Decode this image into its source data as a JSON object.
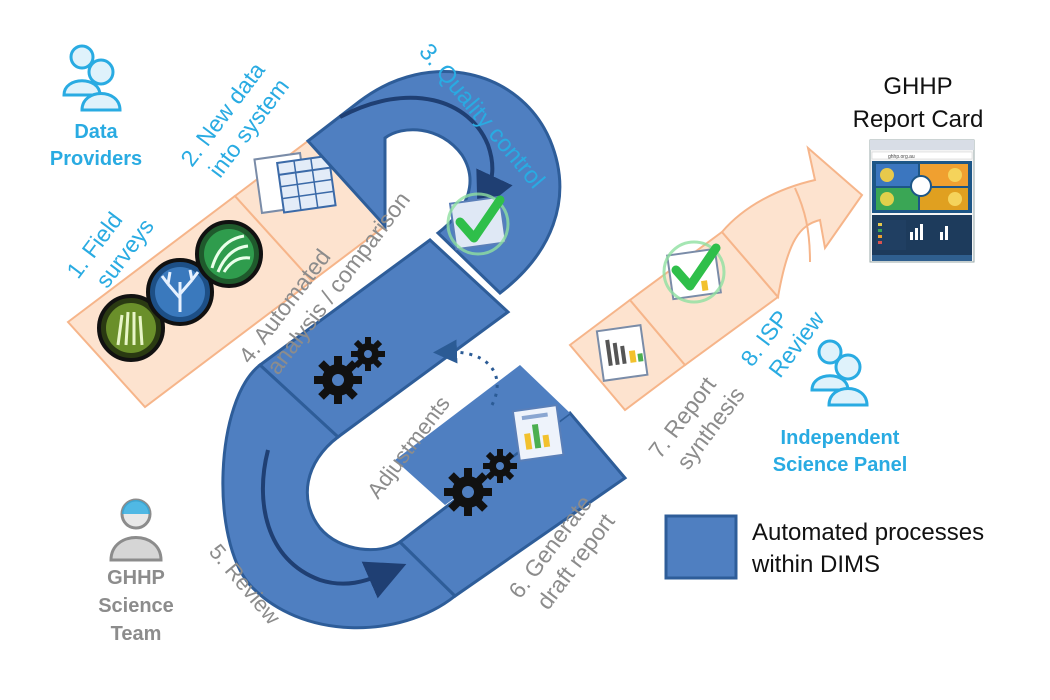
{
  "steps": {
    "s1": [
      "1. Field",
      "surveys"
    ],
    "s2": [
      "2. New data",
      "into system"
    ],
    "s3": "3. Quality control",
    "s4": [
      "4. Automated",
      "analysis / comparison"
    ],
    "s5": "5. Review",
    "s6": [
      "6. Generate",
      "draft report"
    ],
    "s7": [
      "7. Report",
      "synthesis"
    ],
    "s8": [
      "8. ISP",
      "Review"
    ],
    "adjustments": "Adjustments"
  },
  "actors": {
    "data_providers": [
      "Data",
      "Providers"
    ],
    "science_team": [
      "GHHP",
      "Science",
      "Team"
    ],
    "isp": [
      "Independent",
      "Science Panel"
    ]
  },
  "report_card": {
    "title": [
      "GHHP",
      "Report Card"
    ],
    "url": "ghhp.org.au"
  },
  "legend": {
    "label": [
      "Automated processes",
      "within DIMS"
    ]
  },
  "colors": {
    "automated_blue": "#4f7fc1",
    "automated_edge": "#2e5d99",
    "manual_fill": "#fde3cf",
    "manual_edge": "#f6b58a",
    "label_blue": "#29abe2",
    "label_grey": "#8c8c8c",
    "check_green": "#2fbf4a"
  },
  "icons": [
    "person-group-icon",
    "spreadsheet-icon",
    "check-icon",
    "gears-icon",
    "report-chart-icon",
    "species-badge-icon",
    "refresh-arrow-icon"
  ]
}
